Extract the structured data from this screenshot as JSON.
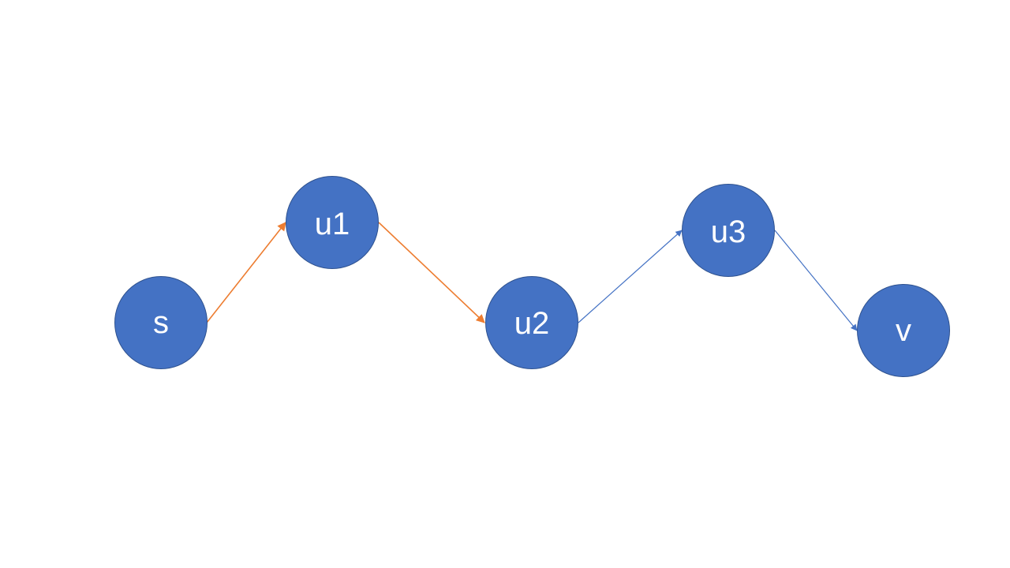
{
  "colors": {
    "node_fill": "#4472C4",
    "node_stroke": "#2F528F",
    "label": "#FFFFFF",
    "edge_highlight": "#ED7D31",
    "edge_default": "#4472C4",
    "background": "#FFFFFF"
  },
  "nodes": [
    {
      "id": "s",
      "label": "s"
    },
    {
      "id": "u1",
      "label": "u1"
    },
    {
      "id": "u2",
      "label": "u2"
    },
    {
      "id": "u3",
      "label": "u3"
    },
    {
      "id": "v",
      "label": "v"
    }
  ],
  "edges": [
    {
      "from": "s",
      "to": "u1",
      "color": "edge_highlight"
    },
    {
      "from": "u1",
      "to": "u2",
      "color": "edge_highlight"
    },
    {
      "from": "u2",
      "to": "u3",
      "color": "edge_default"
    },
    {
      "from": "u3",
      "to": "v",
      "color": "edge_default"
    }
  ]
}
